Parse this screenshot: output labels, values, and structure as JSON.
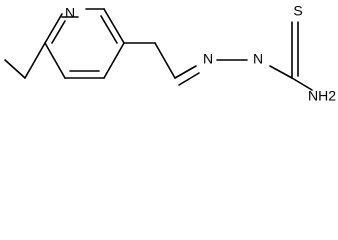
{
  "molecule": {
    "atoms": {
      "n_ring": "N",
      "n_hydrazone_1": "N",
      "n_hydrazone_2": "N",
      "s": "S",
      "nh2": "NH2"
    },
    "colors": {
      "bond": "#000000",
      "label": "#000000",
      "background": "#ffffff"
    }
  }
}
